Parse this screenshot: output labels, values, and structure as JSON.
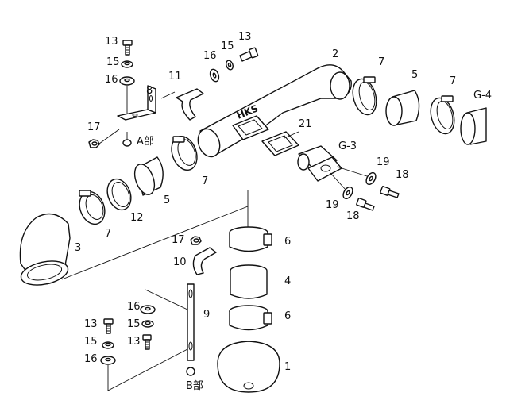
{
  "diagram": {
    "part_labels": {
      "p1": "1",
      "p2": "2",
      "p3": "3",
      "p4": "4",
      "p5a": "5",
      "p5b": "5",
      "p6a": "6",
      "p6b": "6",
      "p7a": "7",
      "p7b": "7",
      "p7c": "7",
      "p7d": "7",
      "p8": "8",
      "p9": "9",
      "p10": "10",
      "p11": "11",
      "p12": "12",
      "p13a": "13",
      "p13b": "13",
      "p13c": "13",
      "p13d": "13",
      "p15a": "15",
      "p15b": "15",
      "p15c": "15",
      "p15d": "15",
      "p16a": "16",
      "p16b": "16",
      "p16c": "16",
      "p16d": "16",
      "p17a": "17",
      "p17b": "17",
      "p18a": "18",
      "p18b": "18",
      "p19a": "19",
      "p19b": "19",
      "p21": "21"
    },
    "section_labels": {
      "a": "A部",
      "b": "B部",
      "g3": "G-3",
      "g4": "G-4"
    },
    "pipe_logo": "HKS"
  }
}
